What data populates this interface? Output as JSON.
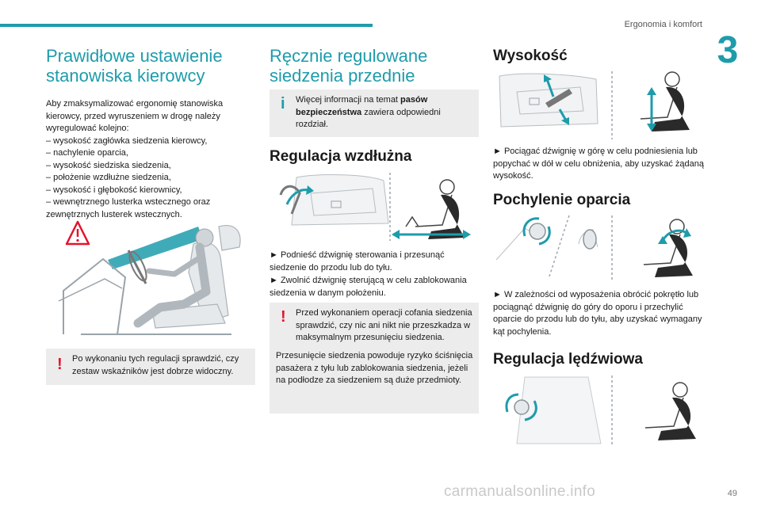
{
  "header": {
    "chapter_title": "Ergonomia i komfort",
    "chapter_number": "3",
    "page_number": "49"
  },
  "col1": {
    "title": "Prawidłowe ustawienie stanowiska kierowcy",
    "intro": "Aby zmaksymalizować ergonomię stanowiska kierowcy, przed wyruszeniem w drogę należy wyregulować kolejno:",
    "list": [
      "– wysokość zagłówka siedzenia kierowcy,",
      "– nachylenie oparcia,",
      "– wysokość siedziska siedzenia,",
      "– położenie wzdłużne siedzenia,",
      "– wysokość i głębokość kierownicy,",
      "– wewnętrznego lusterka wstecznego oraz zewnętrznych lusterek wstecznych."
    ],
    "warning": "Po wykonaniu tych regulacji sprawdzić, czy zestaw wskaźników jest dobrze widoczny."
  },
  "col2": {
    "title": "Ręcznie regulowane siedzenia przednie",
    "info_pre": "Więcej informacji na temat ",
    "info_bold": "pasów bezpieczeństwa",
    "info_post": " zawiera odpowiedni rozdział.",
    "sub1": "Regulacja wzdłużna",
    "steps": [
      "► Podnieść dźwignię sterowania i przesunąć siedzenie do przodu lub do tyłu.",
      "► Zwolnić dźwignię sterującą w celu zablokowania siedzenia w danym położeniu."
    ],
    "warning_p1": "Przed wykonaniem operacji cofania siedzenia sprawdzić, czy nic ani nikt nie przeszkadza w maksymalnym przesunięciu siedzenia.",
    "warning_p2": "Przesunięcie siedzenia powoduje ryzyko ściśnięcia pasażera z tyłu lub zablokowania siedzenia, jeżeli na podłodze za siedzeniem są duże przedmioty."
  },
  "col3": {
    "sub1": "Wysokość",
    "text1": "► Pociągać dźwignię w górę w celu podniesienia lub popychać w dół w celu obniżenia, aby uzyskać żądaną wysokość.",
    "sub2": "Pochylenie oparcia",
    "text2": "► W zależności od wyposażenia obrócić pokrętło lub pociągnąć dźwignię do góry do oporu i przechylić oparcie do przodu lub do tyłu, aby uzyskać wymagany kąt pochylenia.",
    "sub3": "Regulacja lędźwiowa"
  },
  "watermark": "carmanualsonline.info",
  "colors": {
    "accent": "#1e9cab",
    "warning": "#e3142c",
    "note_bg": "#ececec"
  }
}
